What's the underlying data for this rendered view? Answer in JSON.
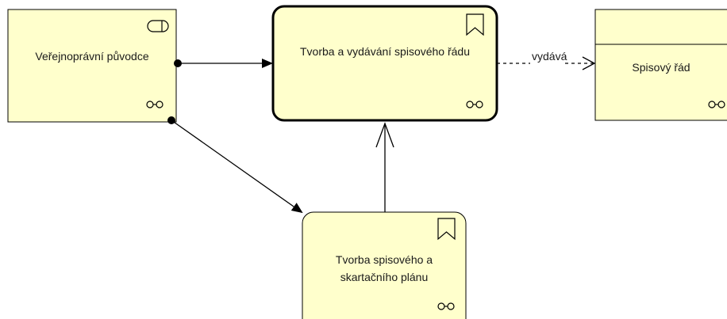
{
  "colors": {
    "node_fill": "#ffffcc",
    "node_stroke": "#000000",
    "line": "#000000"
  },
  "nodes": {
    "actor": {
      "label": "Veřejnoprávní původce",
      "type": "business-actor"
    },
    "process": {
      "label": "Tvorba a vydávání spisového řádu",
      "type": "business-process",
      "selected": true
    },
    "object": {
      "label": "Spisový řád",
      "type": "business-object"
    },
    "process2": {
      "label_line1": "Tvorba spisového a",
      "label_line2": "skartačního plánu",
      "type": "business-process"
    }
  },
  "edges": {
    "access_label": "vydává"
  },
  "icons": [
    "actor-role-icon",
    "process-bookmark-icon",
    "service-glasses-icon"
  ]
}
